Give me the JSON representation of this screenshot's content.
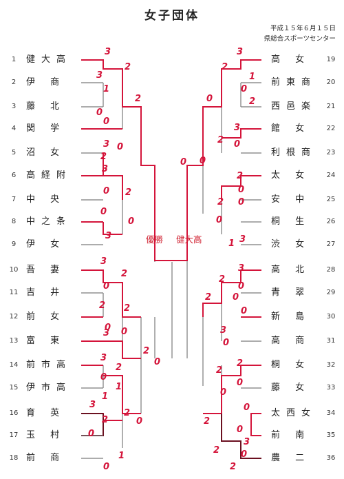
{
  "header": {
    "title": "女子団体",
    "date": "平成１５年６月１５日",
    "venue": "県総合スポーツセンター"
  },
  "center": {
    "winner_caption": "優勝",
    "winner_name": "健大高"
  },
  "left_entries": [
    {
      "num": "1",
      "name": "健大高"
    },
    {
      "num": "2",
      "name": "伊 商"
    },
    {
      "num": "3",
      "name": "藤 北"
    },
    {
      "num": "4",
      "name": "関 学"
    },
    {
      "num": "5",
      "name": "沼 女"
    },
    {
      "num": "6",
      "name": "高経附"
    },
    {
      "num": "7",
      "name": "中 央"
    },
    {
      "num": "8",
      "name": "中之条"
    },
    {
      "num": "9",
      "name": "伊 女"
    },
    {
      "num": "10",
      "name": "吾 妻"
    },
    {
      "num": "11",
      "name": "吉 井"
    },
    {
      "num": "12",
      "name": "前 女"
    },
    {
      "num": "13",
      "name": "富 東"
    },
    {
      "num": "14",
      "name": "前市高"
    },
    {
      "num": "15",
      "name": "伊市高"
    },
    {
      "num": "16",
      "name": "育 英"
    },
    {
      "num": "17",
      "name": "玉 村"
    },
    {
      "num": "18",
      "name": "前 商"
    }
  ],
  "right_entries": [
    {
      "num": "19",
      "name": "高 女"
    },
    {
      "num": "20",
      "name": "前東商"
    },
    {
      "num": "21",
      "name": "西邑楽"
    },
    {
      "num": "22",
      "name": "館 女"
    },
    {
      "num": "23",
      "name": "利根商"
    },
    {
      "num": "24",
      "name": "太 女"
    },
    {
      "num": "25",
      "name": "安 中"
    },
    {
      "num": "26",
      "name": "桐 生"
    },
    {
      "num": "27",
      "name": "渋 女"
    },
    {
      "num": "28",
      "name": "高 北"
    },
    {
      "num": "29",
      "name": "青 翠"
    },
    {
      "num": "30",
      "name": "新 島"
    },
    {
      "num": "31",
      "name": "高 商"
    },
    {
      "num": "32",
      "name": "桐 女"
    },
    {
      "num": "33",
      "name": "藤 女"
    },
    {
      "num": "34",
      "name": "太西女"
    },
    {
      "num": "35",
      "name": "前 南"
    },
    {
      "num": "36",
      "name": "農 二"
    }
  ],
  "scores": {
    "s1": "3",
    "s2": "3",
    "s3": "1",
    "s4": "0",
    "s5": "2",
    "s6": "2",
    "s7": "0",
    "s8": "3",
    "s9": "2",
    "s10": "0",
    "s11": "3",
    "s12": "0",
    "s13": "2",
    "s14": "0",
    "s15": "3",
    "s16": "0",
    "s17": "3",
    "s18": "2",
    "s19": "0",
    "s20": "2",
    "s21": "0",
    "s22": "2",
    "s23": "3",
    "s24": "0",
    "s25": "2",
    "s26": "0",
    "s27": "3",
    "s28": "0",
    "s29": "1",
    "s30": "2",
    "s31": "1",
    "s32": "2",
    "s33": "0",
    "s34": "3",
    "s35": "2",
    "s36": "0",
    "s37": "1",
    "s38": "0",
    "r1": "3",
    "r2": "1",
    "r3": "2",
    "r4": "0",
    "r5": "2",
    "r6": "0",
    "r7": "3",
    "r8": "0",
    "r9": "2",
    "r10": "0",
    "r11": "0",
    "r12": "2",
    "r13": "0",
    "r14": "0",
    "r15": "2",
    "r16": "0",
    "r17": "3",
    "r18": "1",
    "r19": "3",
    "r20": "0",
    "r21": "2",
    "r22": "0",
    "r23": "0",
    "r24": "2",
    "r25": "2",
    "r26": "0",
    "r27": "3",
    "r28": "0",
    "r29": "2",
    "r30": "0",
    "r31": "0",
    "r32": "2",
    "r33": "3",
    "r34": "0",
    "r35": "2",
    "r36": "2",
    "r37": "0"
  },
  "colors": {
    "winner_line": "#d4143a",
    "bracket_line": "#7a7a7a",
    "score_ink": "#d4143a"
  }
}
